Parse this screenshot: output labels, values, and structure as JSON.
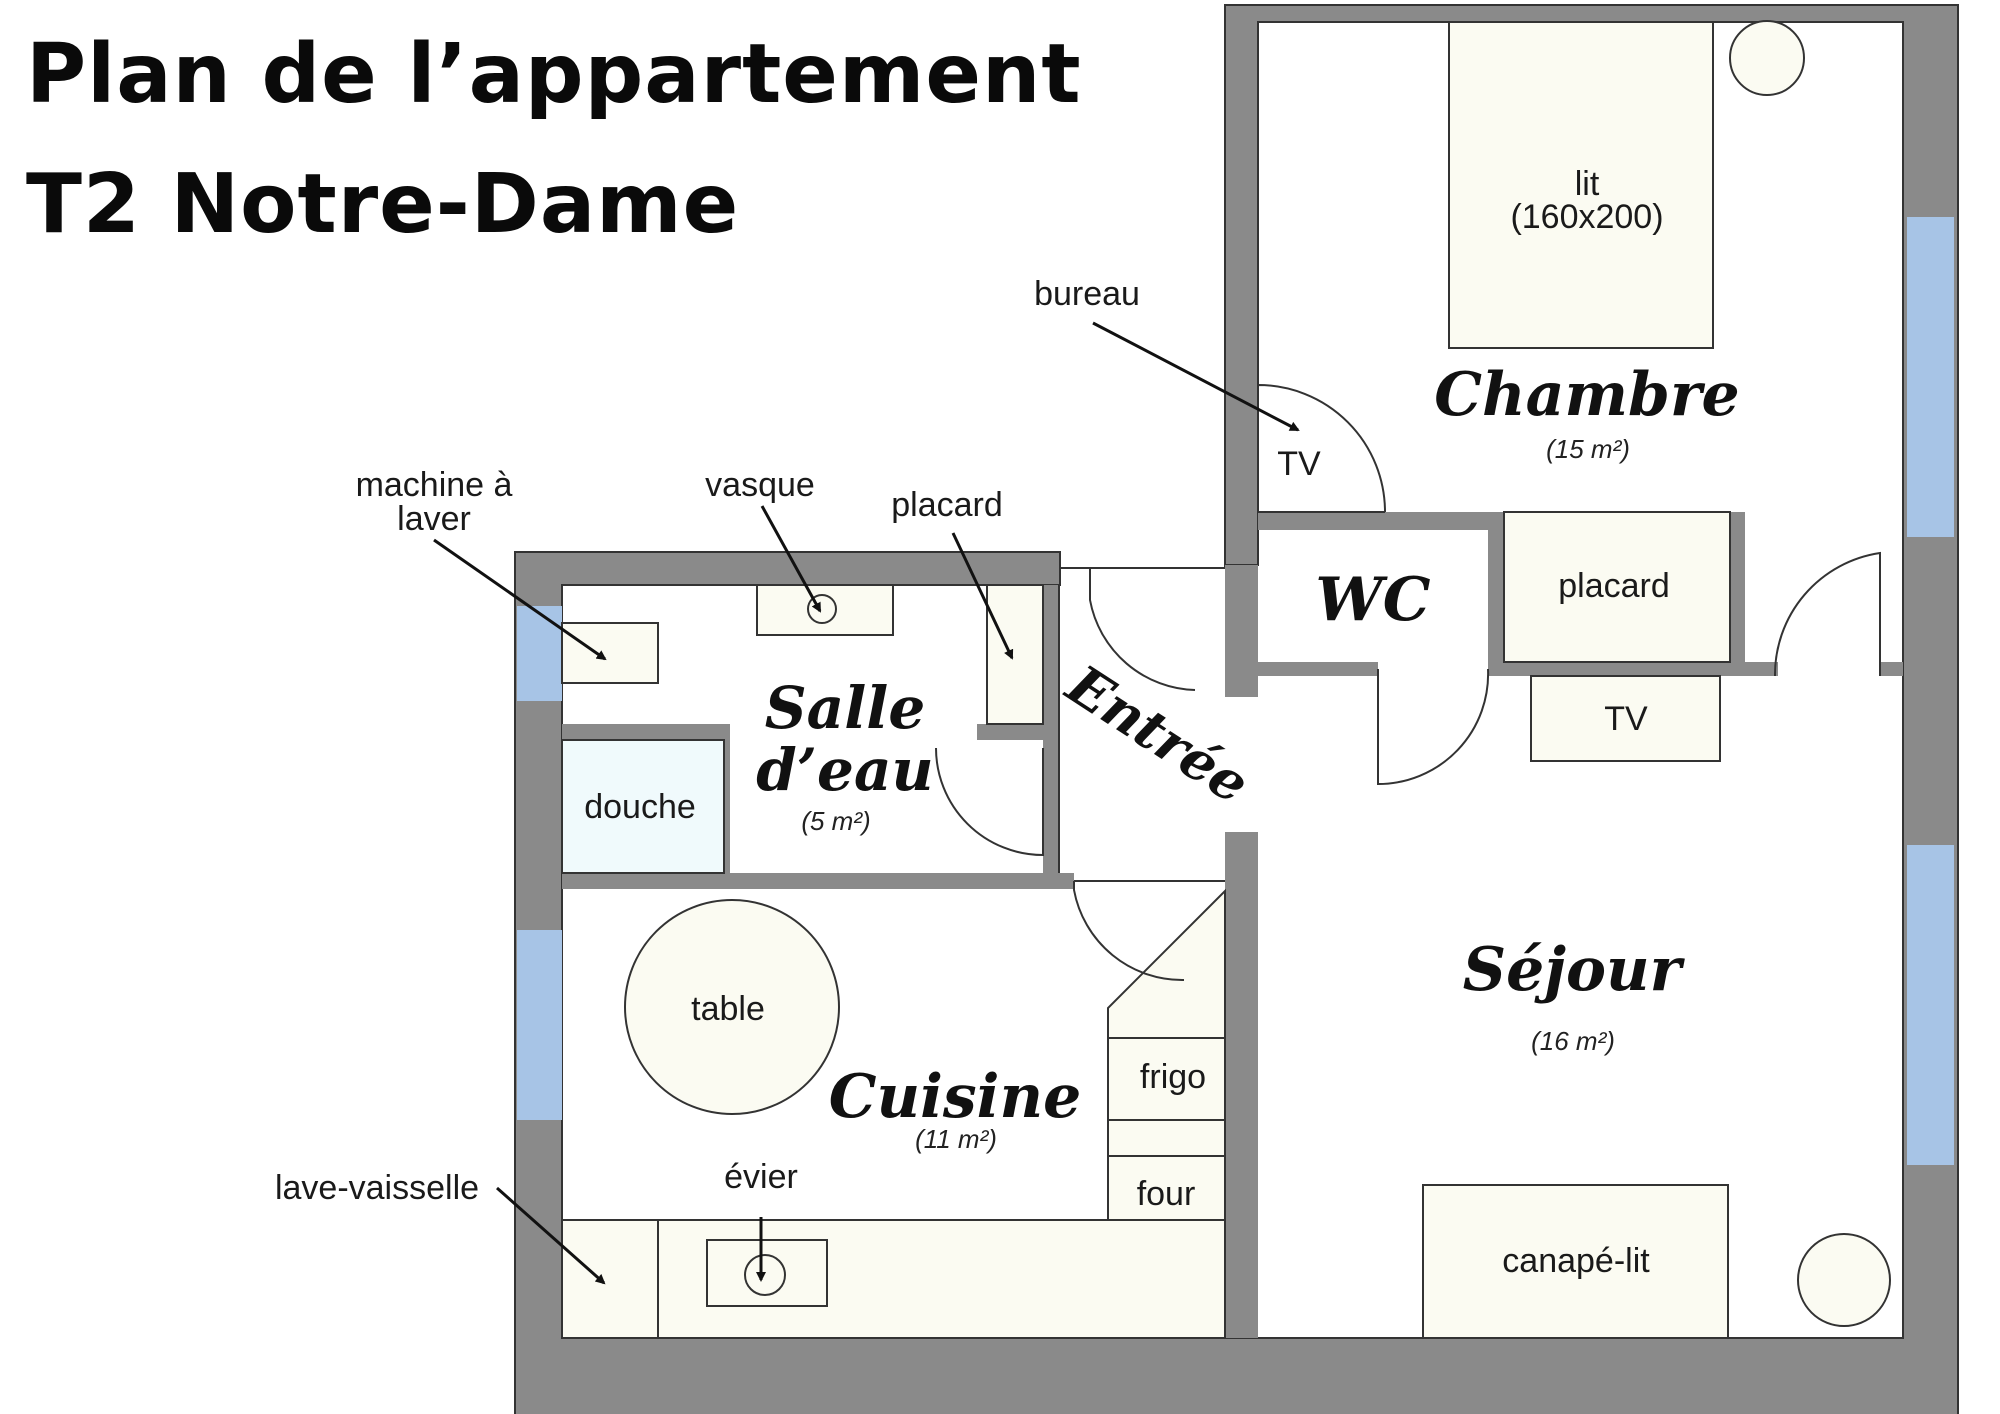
{
  "title": {
    "line1": "Plan de l’appartement",
    "line2": "T2 Notre-Dame"
  },
  "colors": {
    "wall": "#8a8a8a",
    "floor": "#ffffff",
    "furniture": "#fbfbf2",
    "window": "#a7c4e6",
    "shower": "#f0fafc",
    "line": "#333333"
  },
  "rooms": {
    "chambre": {
      "name": "Chambre",
      "area": "(15 m²)"
    },
    "salle_eau": {
      "name_line1": "Salle",
      "name_line2": "d’eau",
      "area": "(5 m²)"
    },
    "entree": {
      "name": "Entrée"
    },
    "wc": {
      "name": "WC"
    },
    "sejour": {
      "name": "Séjour",
      "area": "(16 m²)"
    },
    "cuisine": {
      "name": "Cuisine",
      "area": "(11 m²)"
    }
  },
  "furniture": {
    "lit_line1": "lit",
    "lit_line2": "(160x200)",
    "tv_bedroom": "TV",
    "placard_wc": "placard",
    "tv_sejour": "TV",
    "douche": "douche",
    "table": "table",
    "frigo": "frigo",
    "four": "four",
    "canape": "canapé-lit"
  },
  "callouts": {
    "bureau": "bureau",
    "machine_line1": "machine à",
    "machine_line2": "laver",
    "vasque": "vasque",
    "placard": "placard",
    "lave_vaisselle": "lave-vaisselle",
    "evier": "évier"
  }
}
